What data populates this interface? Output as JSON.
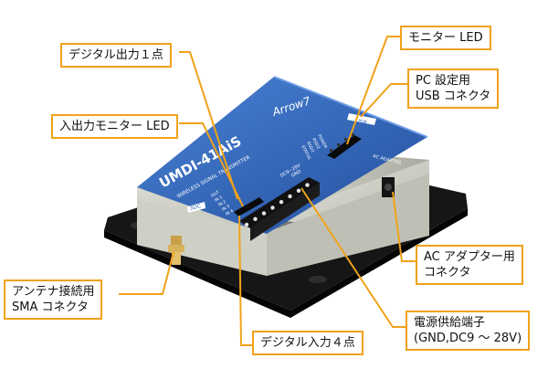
{
  "callouts": {
    "digital_output": [
      "デジタル出力１点"
    ],
    "io_monitor_led": [
      "入出力モニター LED"
    ],
    "monitor_led": [
      "モニター LED"
    ],
    "usb_connector": [
      "PC 設定用",
      "USB コネクタ"
    ],
    "ac_adapter_connector": [
      "AC アダプター用",
      "コネクタ"
    ],
    "sma_connector": [
      "アンテナ接続用",
      "SMA コネクタ"
    ],
    "power_terminal": [
      "電源供給端子",
      "(GND,DC9 ～ 28V)"
    ],
    "digital_input": [
      "デジタル入力４点"
    ]
  },
  "device": {
    "brand": "Arrow7",
    "model": "UMDI-41AiS",
    "subtitle": "WIRELESS SIGNAL TRANSMITTER",
    "port_badge_top": "USB",
    "port_badge_front": "3DC",
    "side_labels": [
      "GND",
      "DC9~28V",
      "AC ADAPTER"
    ],
    "io_labels": [
      "OUT",
      "IN 1",
      "IN 2",
      "IN 3",
      "IN 4"
    ],
    "led_labels": [
      "STATUS",
      "RSSI1",
      "RSSI2",
      "POWER"
    ]
  },
  "colors": {
    "accent": "#f0a21a",
    "panel_blue": "#2f63b5",
    "base_plate": "#161616",
    "case_body": "#d3d4c9"
  }
}
